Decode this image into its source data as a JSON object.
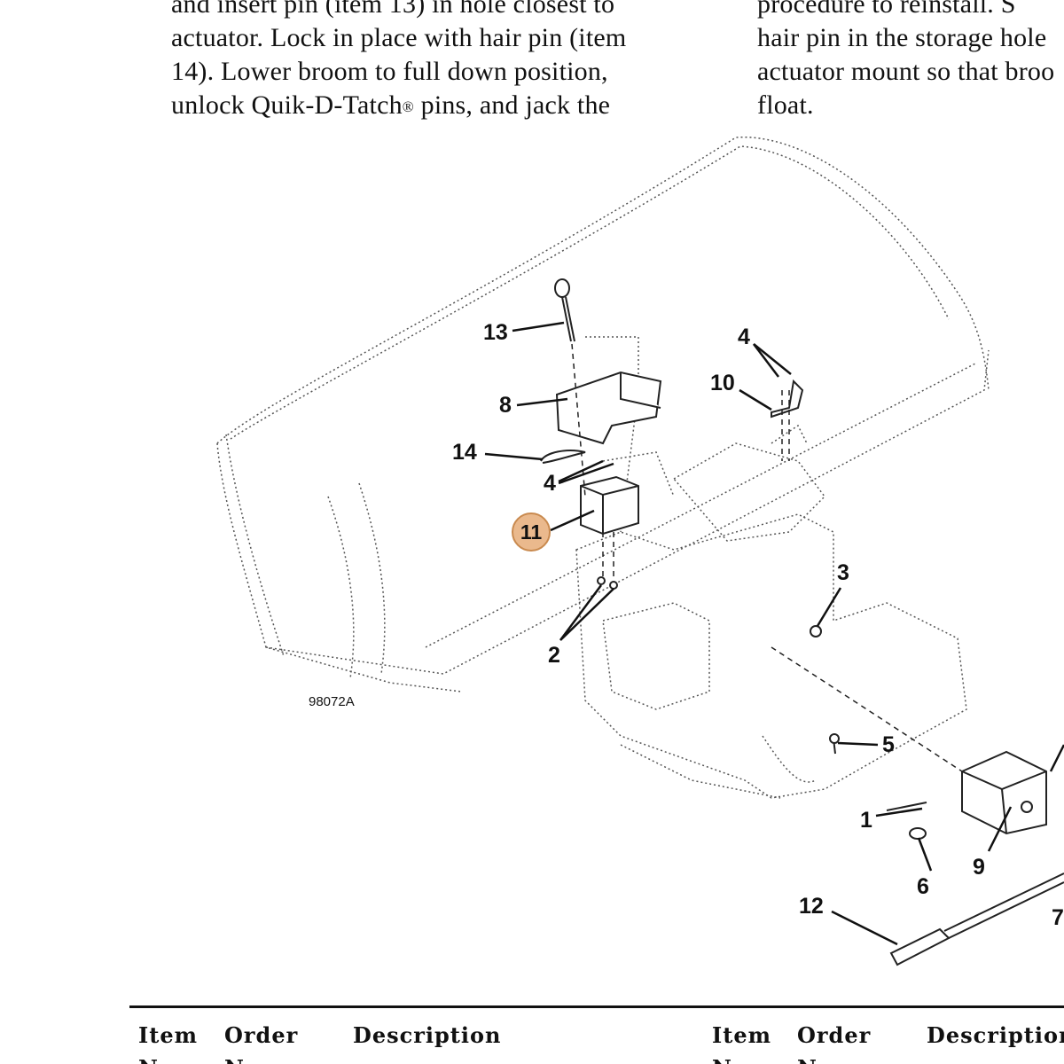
{
  "text_left": {
    "lines": [
      "and insert pin (item 13) in hole closest to",
      "actuator.  Lock in place with hair pin (item",
      "14).  Lower broom to full down position,",
      "unlock Quik-D-Tatch",
      " pins, and jack the"
    ],
    "registered": "®"
  },
  "text_right": {
    "lines": [
      "procedure to reinstall.  S",
      "hair pin in the storage hole",
      "actuator mount so that broo",
      "float."
    ]
  },
  "diagram": {
    "figure_id": "98072A",
    "callouts": [
      "13",
      "8",
      "14",
      "4",
      "4",
      "10",
      "3",
      "2",
      "5",
      "1",
      "6",
      "9",
      "12",
      "7"
    ],
    "highlighted_callout": "11",
    "highlight_color": "#eab98d"
  },
  "parts_table": {
    "headers_left": [
      "Item",
      "Order",
      "Description"
    ],
    "headers_right": [
      "Item",
      "Order",
      "Description"
    ],
    "subheaders_left": [
      "No.",
      "No."
    ],
    "subheaders_right": [
      "No.",
      "No."
    ]
  }
}
